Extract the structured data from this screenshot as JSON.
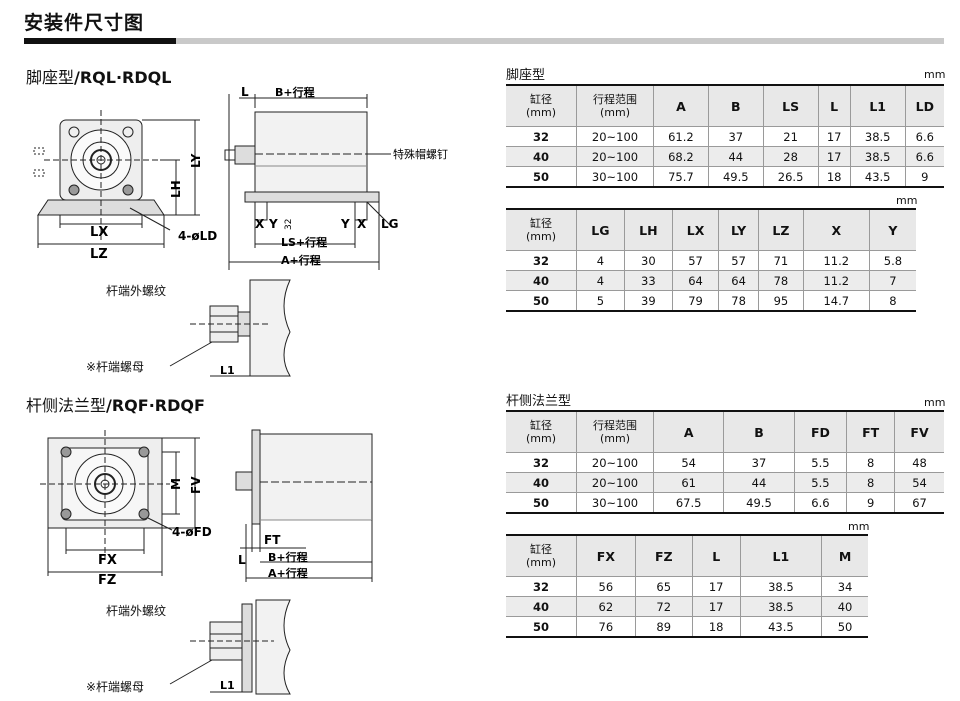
{
  "page": {
    "title": "安装件尺寸图"
  },
  "foot": {
    "section_title_cn": "脚座型",
    "section_title_model": "RQL·RDQL",
    "drawing_labels": {
      "L": "L",
      "B_stroke": "B+行程",
      "LY": "LY",
      "LH": "LH",
      "LX": "LX",
      "LZ": "LZ",
      "LD": "4-øLD",
      "special_bolt": "特殊帽螺钉",
      "X": "X",
      "Y": "Y",
      "LG": "LG",
      "dim32": "32",
      "LS_stroke": "LS+行程",
      "A_stroke": "A+行程"
    },
    "rod_thread_caption": "杆端外螺纹",
    "rod_nut_caption": "※杆端螺母",
    "rod_L1": "L1",
    "table1": {
      "title": "脚座型",
      "unit": "mm",
      "headers": [
        "缸径\n(mm)",
        "行程范围\n(mm)",
        "A",
        "B",
        "LS",
        "L",
        "L1",
        "LD"
      ],
      "rows": [
        [
          "32",
          "20~100",
          "61.2",
          "37",
          "21",
          "17",
          "38.5",
          "6.6"
        ],
        [
          "40",
          "20~100",
          "68.2",
          "44",
          "28",
          "17",
          "38.5",
          "6.6"
        ],
        [
          "50",
          "30~100",
          "75.7",
          "49.5",
          "26.5",
          "18",
          "43.5",
          "9"
        ]
      ]
    },
    "table2": {
      "unit": "mm",
      "headers": [
        "缸径\n(mm)",
        "LG",
        "LH",
        "LX",
        "LY",
        "LZ",
        "X",
        "Y"
      ],
      "rows": [
        [
          "32",
          "4",
          "30",
          "57",
          "57",
          "71",
          "11.2",
          "5.8"
        ],
        [
          "40",
          "4",
          "33",
          "64",
          "64",
          "78",
          "11.2",
          "7"
        ],
        [
          "50",
          "5",
          "39",
          "79",
          "78",
          "95",
          "14.7",
          "8"
        ]
      ]
    }
  },
  "flange": {
    "section_title_cn": "杆侧法兰型",
    "section_title_model": "RQF·RDQF",
    "drawing_labels": {
      "M": "M",
      "FV": "FV",
      "FD": "4-øFD",
      "FX": "FX",
      "FZ": "FZ",
      "FT": "FT",
      "L": "L",
      "B_stroke": "B+行程",
      "A_stroke": "A+行程"
    },
    "rod_thread_caption": "杆端外螺纹",
    "rod_nut_caption": "※杆端螺母",
    "rod_L1": "L1",
    "table3": {
      "title": "杆侧法兰型",
      "unit": "mm",
      "headers": [
        "缸径\n(mm)",
        "行程范围\n(mm)",
        "A",
        "B",
        "FD",
        "FT",
        "FV"
      ],
      "rows": [
        [
          "32",
          "20~100",
          "54",
          "37",
          "5.5",
          "8",
          "48"
        ],
        [
          "40",
          "20~100",
          "61",
          "44",
          "5.5",
          "8",
          "54"
        ],
        [
          "50",
          "30~100",
          "67.5",
          "49.5",
          "6.6",
          "9",
          "67"
        ]
      ]
    },
    "table4": {
      "unit": "mm",
      "headers": [
        "缸径\n(mm)",
        "FX",
        "FZ",
        "L",
        "L1",
        "M"
      ],
      "rows": [
        [
          "32",
          "56",
          "65",
          "17",
          "38.5",
          "34"
        ],
        [
          "40",
          "62",
          "72",
          "17",
          "38.5",
          "40"
        ],
        [
          "50",
          "76",
          "89",
          "18",
          "43.5",
          "50"
        ]
      ]
    }
  }
}
